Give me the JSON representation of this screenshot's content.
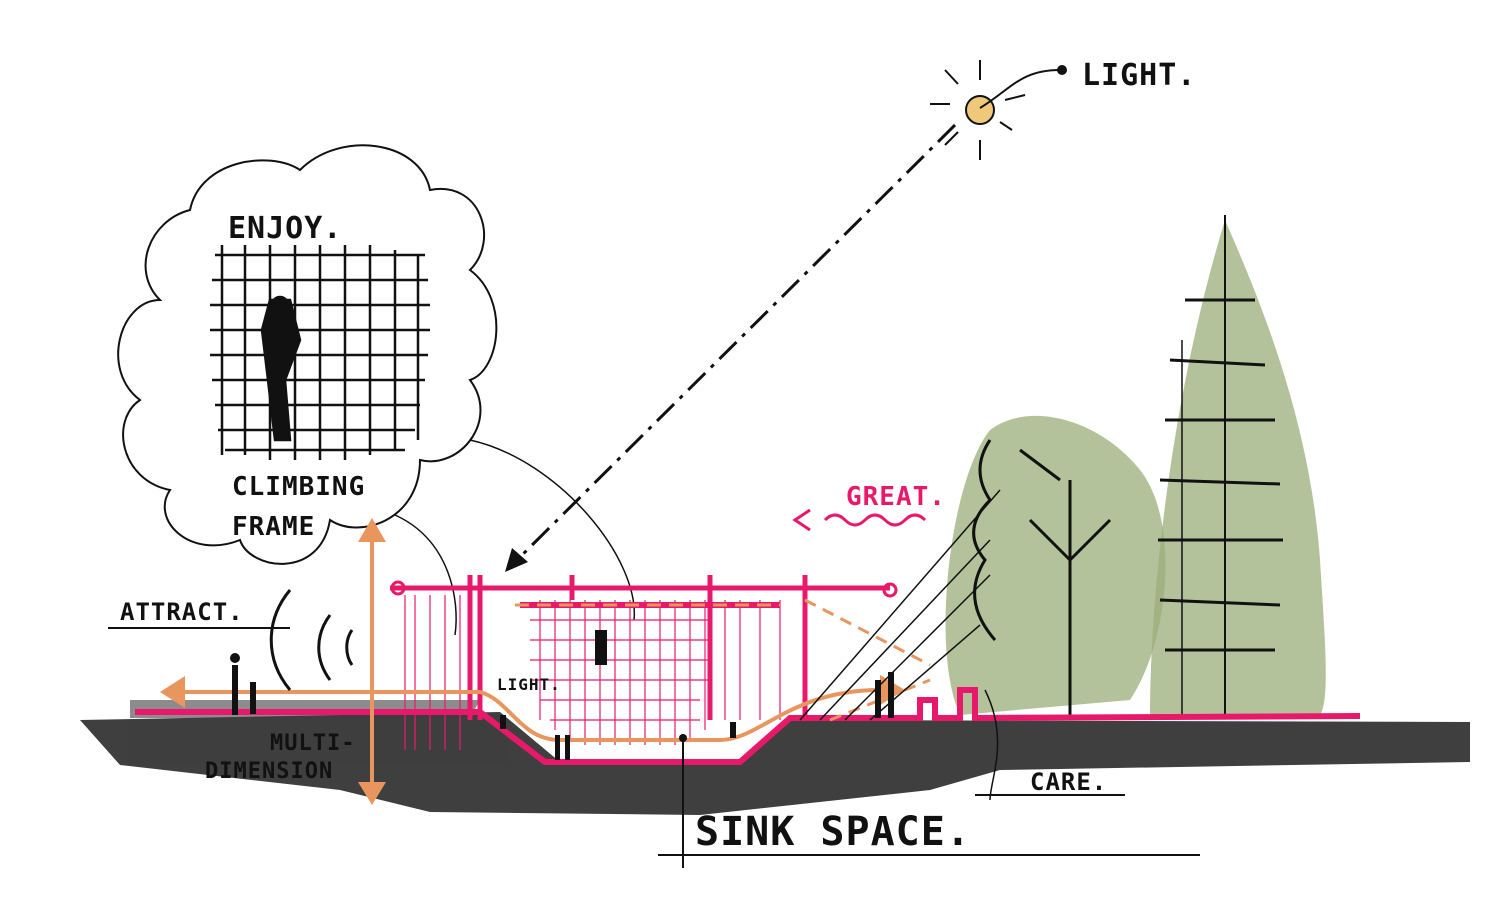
{
  "labels": {
    "light_top": "LIGHT.",
    "enjoy": "ENJOY.",
    "climbing_1": "CLIMBING",
    "climbing_2": "FRAME",
    "attract": "ATTRACT.",
    "light_small": "LIGHT.",
    "multi_1": "MULTI-",
    "multi_2": "DIMENSION",
    "great": "GREAT.",
    "care": "CARE.",
    "sink_space": "SINK SPACE."
  },
  "colors": {
    "frame": "#e8196b",
    "arrow": "#e8965e",
    "sun": "#f0c879",
    "foliage": "#9aae78",
    "ground": "#2a2a2a"
  }
}
